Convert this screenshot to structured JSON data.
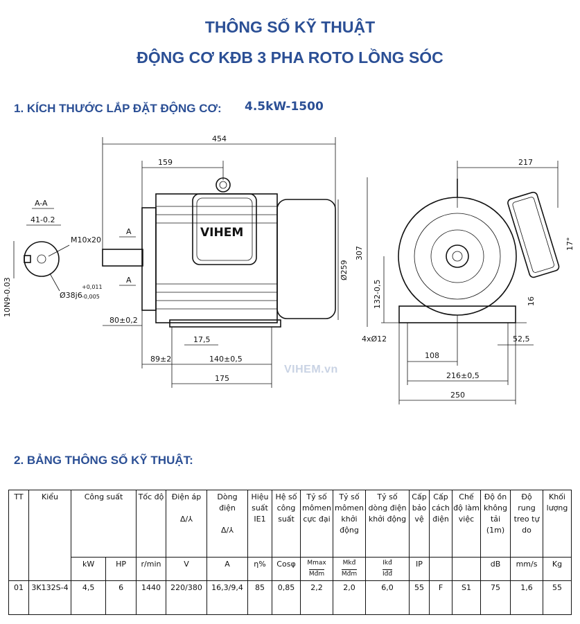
{
  "header": {
    "title_line1": "THÔNG SỐ KỸ THUẬT",
    "title_line2": "ĐỘNG CƠ KĐB 3 PHA ROTO LỒNG SÓC"
  },
  "section1": {
    "label": "1. KÍCH THƯỚC LẮP ĐẶT ĐỘNG CƠ:",
    "model": "4.5kW-1500"
  },
  "drawing": {
    "brand": "VIHEM",
    "watermark": "VIHEM.vn",
    "section_label": "A-A",
    "dims": {
      "overall_length": "454",
      "d159": "159",
      "key_width": "41-0.2",
      "thread": "M10x20",
      "key_tol": "10N9-0.03",
      "shaft_dia": "Ø38j6",
      "shaft_tol_up": "+0,011",
      "shaft_tol_low": "-0,005",
      "section_a": "A",
      "d259": "Ø259",
      "d307": "307",
      "d80": "80±0,2",
      "d17_5": "17,5",
      "d89": "89±2",
      "d140": "140±0,5",
      "d175": "175",
      "d217": "217",
      "angle": "17°",
      "d132": "132-0,5",
      "d16": "16",
      "holes": "4xØ12",
      "d52_5": "52,5",
      "d108": "108",
      "d216": "216±0,5",
      "d250": "250"
    }
  },
  "section2": {
    "label": "2. BẢNG THÔNG SỐ KỸ THUẬT:"
  },
  "table": {
    "h": {
      "tt": "TT",
      "kieu": "Kiểu",
      "cong_suat": "Công suất",
      "toc_do": "Tốc độ",
      "dien_ap": "Điện áp",
      "dong_dien": "Dòng điện",
      "delta1": "Δ/⅄",
      "delta2": "Δ/⅄",
      "hieu_suat": "Hiệu suất IE1",
      "he_so": "Hệ số công suất",
      "ty_so_max": "Tỷ số mômen cực đại",
      "ty_so_kd": "Tỷ số mômen khởi động",
      "ty_so_dong": "Tỷ số dòng điện khởi động",
      "cap_bao_ve": "Cấp bảo vệ",
      "cap_cach_dien": "Cấp cách điện",
      "che_do": "Chế độ làm việc",
      "do_on": "Độ ồn không tải (1m)",
      "do_rung": "Độ rung treo tự do",
      "khoi_luong": "Khối lượng",
      "f_max_top": "Mmax",
      "f_max_bot": "Mđm",
      "f_kd_top": "Mkđ",
      "f_kd_bot": "Mđm",
      "f_i_top": "Ikđ",
      "f_i_bot": "Iđđ"
    },
    "units": [
      "kW",
      "HP",
      "r/min",
      "V",
      "A",
      "η%",
      "Cosφ",
      "IP",
      "dB",
      "mm/s",
      "Kg"
    ],
    "row": {
      "tt": "01",
      "kieu": "3K132S-4",
      "kw": "4,5",
      "hp": "6",
      "rpm": "1440",
      "v": "220/380",
      "a": "16,3/9,4",
      "eff": "85",
      "cos": "0,85",
      "tmax": "2,2",
      "tkd": "2,0",
      "tdong": "6,0",
      "ip": "55",
      "ins": "F",
      "duty": "S1",
      "db": "75",
      "vib": "1,6",
      "kg": "55"
    }
  }
}
